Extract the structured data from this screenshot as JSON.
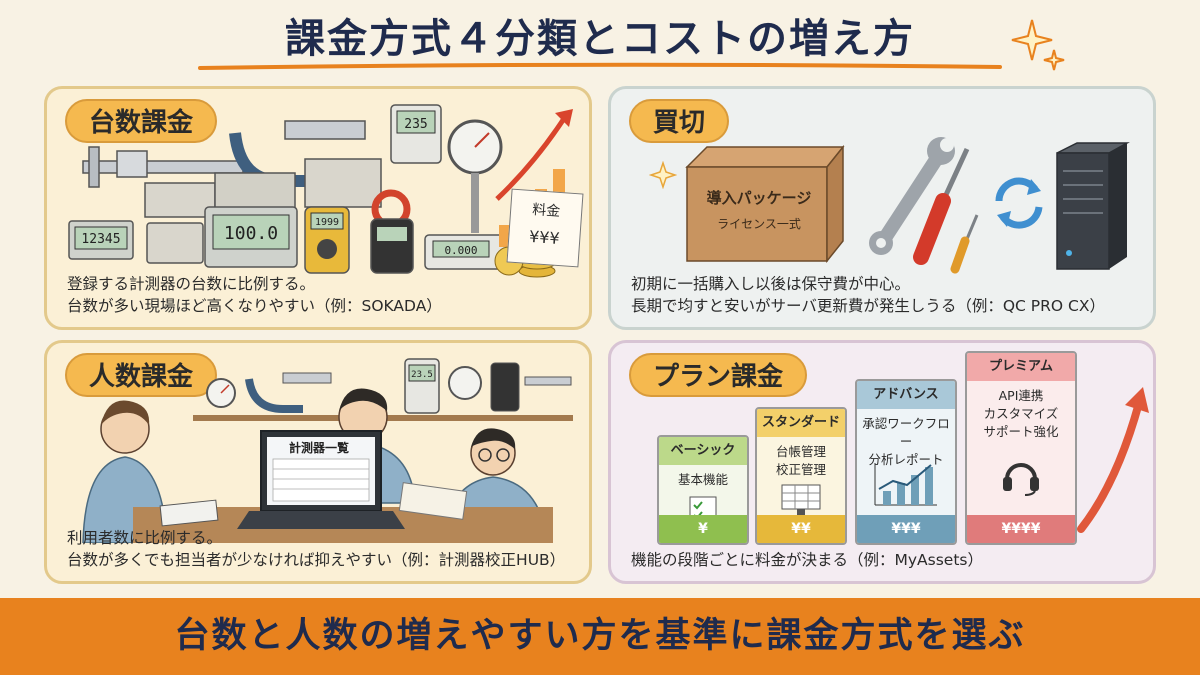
{
  "title": "課金方式４分類とコストの増え方",
  "panels": {
    "unit": {
      "tag": "台数課金",
      "desc1": "登録する計測器の台数に比例する。",
      "desc2": "台数が多い現場ほど高くなりやすい（例：SOKADA）",
      "display1": "12345",
      "display2": "100.0",
      "display3": "1999",
      "display4": "235",
      "display5": "0.000",
      "fee_label": "料金",
      "fee_value": "¥¥¥"
    },
    "purchase": {
      "tag": "買切",
      "desc1": "初期に一括購入し以後は保守費が中心。",
      "desc2": "長期で均すと安いがサーバ更新費が発生しうる（例：QC PRO CX）",
      "box_line1": "導入パッケージ",
      "box_line2": "ライセンス一式"
    },
    "user": {
      "tag": "人数課金",
      "desc1": "利用者数に比例する。",
      "desc2": "台数が多くでも担当者が少なければ抑えやすい（例：計測器校正HUB）",
      "screen_title": "計測器一覧",
      "display1": "23.5"
    },
    "plan": {
      "tag": "プラン課金",
      "desc1": "機能の段階ごとに料金が決まる（例：MyAssets）",
      "tiers": [
        {
          "name": "ベーシック",
          "features": [
            "基本機能"
          ],
          "price": "¥",
          "head_color": "#bcd98a",
          "foot_color": "#8fbf4f"
        },
        {
          "name": "スタンダード",
          "features": [
            "台帳管理",
            "校正管理"
          ],
          "price": "¥¥",
          "head_color": "#f3d06a",
          "foot_color": "#e6b83a"
        },
        {
          "name": "アドバンス",
          "features": [
            "承認ワークフロー",
            "分析レポート"
          ],
          "price": "¥¥¥",
          "head_color": "#a9c8d8",
          "foot_color": "#6f9fb8"
        },
        {
          "name": "プレミアム",
          "features": [
            "API連携",
            "カスタマイズ",
            "サポート強化"
          ],
          "price": "¥¥¥¥",
          "head_color": "#f1a9a9",
          "foot_color": "#e07b7b"
        }
      ]
    }
  },
  "footer": "台数と人数の増えやすい方を基準に課金方式を選ぶ"
}
